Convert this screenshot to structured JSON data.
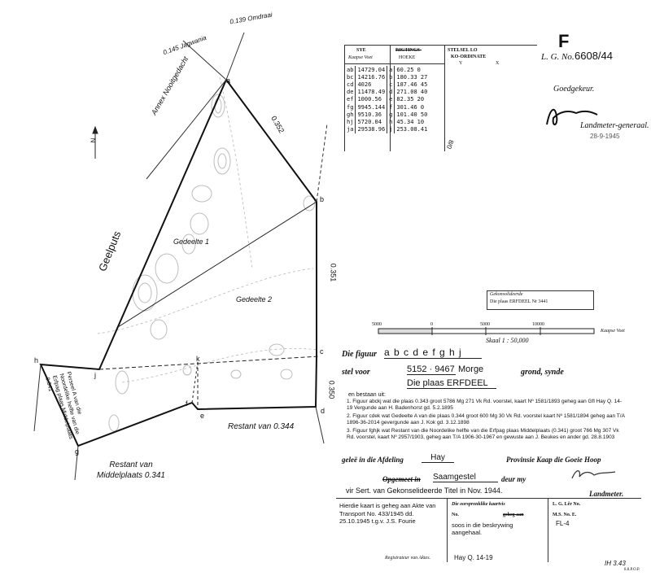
{
  "header": {
    "f_mark": "F",
    "lg_no_label": "L. G. No.",
    "lg_no_value": "6608/44",
    "goedgekeur": "Goedgekeur.",
    "landmeter_generaal": "Landmeter-generaal.",
    "approved_date": "28-9-1945"
  },
  "bearings_table": {
    "col1_title": "SYE",
    "col1_sub": "Kaapse Voet",
    "col2_title": "RIGTINGS-",
    "col2_sub": "HOEKE",
    "col3_title": "STELSEL LO",
    "col3_sub": "KO-ORDINATE",
    "col3_y": "Y",
    "col3_x": "X",
    "rows": [
      {
        "side": "ab",
        "length": "14729.04",
        "pt": "a",
        "bearing": "60.25 0"
      },
      {
        "side": "bc",
        "length": "14216.76",
        "pt": "b",
        "bearing": "180.33 27"
      },
      {
        "side": "cd",
        "length": "4026",
        "pt": "c",
        "bearing": "187.46 45"
      },
      {
        "side": "de",
        "length": "11478.49",
        "pt": "d",
        "bearing": "271.08 40"
      },
      {
        "side": "ef",
        "length": "1000.56",
        "pt": "e",
        "bearing": "82.35 20"
      },
      {
        "side": "fg",
        "length": "9945.144",
        "pt": "f",
        "bearing": "301.46 0"
      },
      {
        "side": "gh",
        "length": "9510.36",
        "pt": "g",
        "bearing": "101.40 50"
      },
      {
        "side": "hj",
        "length": "5720.04",
        "pt": "h",
        "bearing": "45.34 10"
      },
      {
        "side": "ja",
        "length": "29538.96",
        "pt": "j",
        "bearing": "253.08.41"
      }
    ]
  },
  "map_labels": {
    "annex_jagwania": "0.145 Jagwania",
    "omdraai": "0.139 Omdraai",
    "annex_nooitgedacht": "Annex Nooitgedacht",
    "geelputs": "Geelputs",
    "gedeelte1": "Gedeelte 1",
    "gedeelte2": "Gedeelte 2",
    "restant": "Restant van 0.344",
    "restant_middelplaats": "Restant van Middelplaats 0.341",
    "perseel": "Perseel A van die Noordelike helfte van die Erfpag plaas Middelplaats 0.341",
    "edge_352": "0.352",
    "edge_351": "0.351",
    "edge_350": "0.350",
    "north": "N",
    "pt_a": "a",
    "pt_b": "b",
    "pt_c": "c",
    "pt_d": "d",
    "pt_e": "e",
    "pt_f": "f",
    "pt_g": "g",
    "pt_h": "h",
    "pt_j": "j",
    "pt_k": "k"
  },
  "stamp": {
    "title": "Gekonsolideerde",
    "line": "Die plaas ERFDEEL Nr 3441"
  },
  "scale": {
    "ticks": [
      "5000",
      "0",
      "5000",
      "10000"
    ],
    "unit": "Kaapse Voet",
    "label": "Skaal 1 : 50,000"
  },
  "description": {
    "die_figuur_label": "Die figuur",
    "figure_letters": "a b c d e f g h j",
    "stel_voor_label": "stel voor",
    "area": "5152 · 9467",
    "area_unit": "Morge",
    "grond_label": "grond, synde",
    "plaas_name": "Die plaas ERFDEEL",
    "bestaan_uit": "en bestaan uit:",
    "item1": "1. Figuur abckj wat die plaas 0.343 groot 5786 Mg 271 Vk Rd. voorstel, kaart Nº 1581/1893 geheg aan Gfl Hay Q. 14-19 Vergunde aan H. Badenhorst gd. 5.2.1895",
    "item2": "2. Figuur cdek wat Gedeelte A van die plaas 0.344 groot 600 Mg 30 Vk Rd. voorstel kaart Nº 1581/1894 geheg aan T/A 1896-36-2014 gevergunde aan J. Kok gd. 3.12.1898",
    "item3": "3. Figuur fghjk wat Restant van die Noordelike helfte van die Erfpag plaas Middelplaats (0.341) groot 766 Mg 307 Vk Rd. voorstel, kaart Nº 2957/1903, geheg aan T/A 1906-30-1967 en gewuste aan J. Beukes en ander gd. 28.8.1903",
    "gelee_label": "geleë in die Afdeling",
    "afdeling": "Hay",
    "provinsie": "Provinsie Kaap die Goeie Hoop",
    "opgemeet_label": "Opgemeet in",
    "opgemeet_value": "Saamgestel",
    "deur_my": "deur my",
    "vir_sert": "vir Sert. van Gekonselideerde Titel in Nov. 1944.",
    "landmeter": "Landmeter."
  },
  "footer": {
    "hierdie_kaart": "Hierdie kaart is geheg aan Akte van Transport No. 433/1945 dd. 25.10.1945 t.g.v. J.S. Fourie",
    "registrateur": "Registrateur van Aktes.",
    "oorspronklike": "Die oorspronklike kaartvis",
    "no_label": "No.",
    "geheg_aan": "geheg aan",
    "soos": "soos in die beskrywing aangehaal.",
    "hay_ref": "Hay Q. 14-19",
    "lg_lier": "L. G. Lêr No.",
    "ms_no": "M.S. No. E.",
    "fl_ref": "FL-4",
    "corner_ref": "IH 3.43",
    "corner_small": "8.8.P.O.P."
  }
}
